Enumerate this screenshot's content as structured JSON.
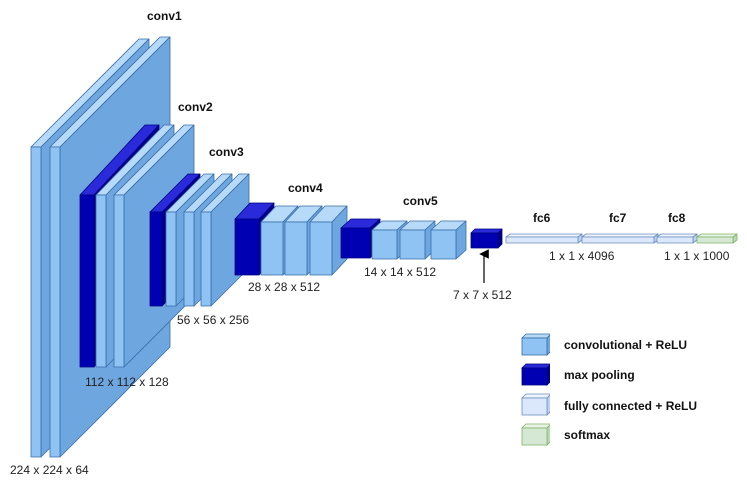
{
  "layers": {
    "conv1": "conv1",
    "conv2": "conv2",
    "conv3": "conv3",
    "conv4": "conv4",
    "conv5": "conv5",
    "fc6": "fc6",
    "fc7": "fc7",
    "fc8": "fc8"
  },
  "dimensions": {
    "d224": "224 x 224 x 64",
    "d112": "112 x 112 x 128",
    "d56": "56 x 56 x 256",
    "d28": "28 x 28 x 512",
    "d14": "14 x 14 x 512",
    "d7": "7 x 7 x 512",
    "fc_4096": "1 x 1 x 4096",
    "fc_1000": "1 x 1 x 1000"
  },
  "legend": {
    "conv": "convolutional + ReLU",
    "pool": "max pooling",
    "fc": "fully connected + ReLU",
    "softmax": "softmax"
  },
  "colors": {
    "conv_front": "#8ec3f3",
    "conv_side": "#6ea6e0",
    "conv_top": "#b7daf8",
    "pool_front": "#0000b3",
    "fc_front": "#dbe8fb",
    "softmax_front": "#d5e8d4",
    "stroke": "#3a6ea8"
  }
}
